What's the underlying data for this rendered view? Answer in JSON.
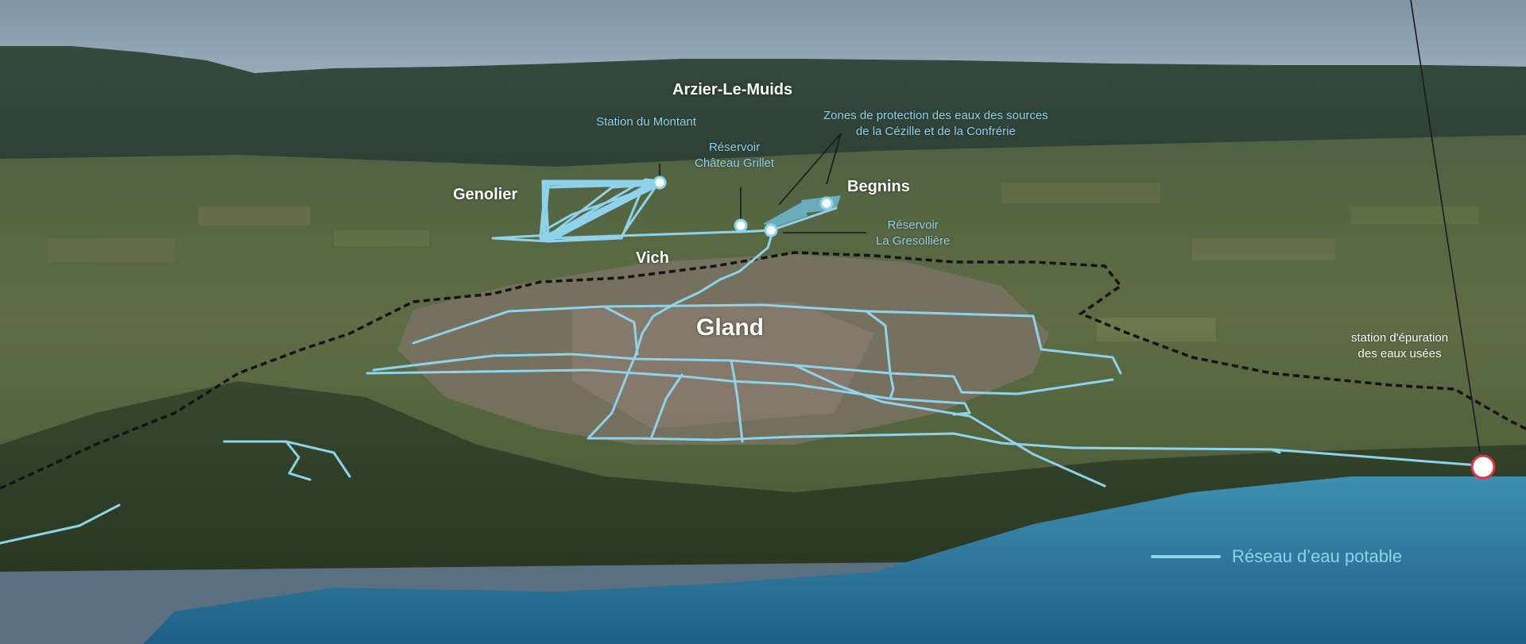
{
  "towns": {
    "arzier": "Arzier-Le-Muids",
    "genolier": "Genolier",
    "begnins": "Begnins",
    "vich": "Vich",
    "gland": "Gland"
  },
  "annotations": {
    "station_montant": "Station du Montant",
    "reservoir_chateau_line1": "Réservoir",
    "reservoir_chateau_line2": "Château Grillet",
    "zones_line1": "Zones de protection des eaux des sources",
    "zones_line2": "de la Cézille et de la Confrérie",
    "reservoir_gresolliere_line1": "Réservoir",
    "reservoir_gresolliere_line2": "La Gresollière",
    "station_epuration_line1": "station d'épuration",
    "station_epuration_line2": "des eaux usées"
  },
  "legend": {
    "network_label": "Réseau d’eau potable"
  },
  "colors": {
    "network": "#8fd3ea",
    "boundary": "#1a1a1a",
    "treatment_plant_marker": "#e0304a",
    "lake": "#2f7fa6"
  }
}
